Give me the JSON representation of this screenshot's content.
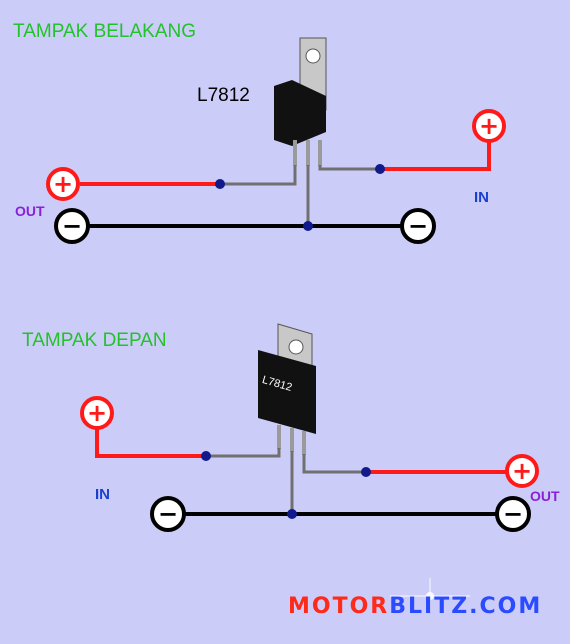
{
  "top": {
    "title": "TAMPAK BELAKANG",
    "chip_label": "L7812",
    "in_label": "IN",
    "out_label": "OUT"
  },
  "bottom": {
    "title": "TAMPAK DEPAN",
    "chip_label": "L7812",
    "in_label": "IN",
    "out_label": "OUT"
  },
  "brand": {
    "part1": "MOTOR",
    "part2": "BLITZ.COM"
  },
  "symbols": {
    "plus": "+",
    "minus": "−"
  },
  "colors": {
    "background": "#ccccf8",
    "positive_wire": "#ff1a1a",
    "ground_wire": "#000000",
    "lead_wire": "#707070",
    "node": "#111a8a"
  }
}
